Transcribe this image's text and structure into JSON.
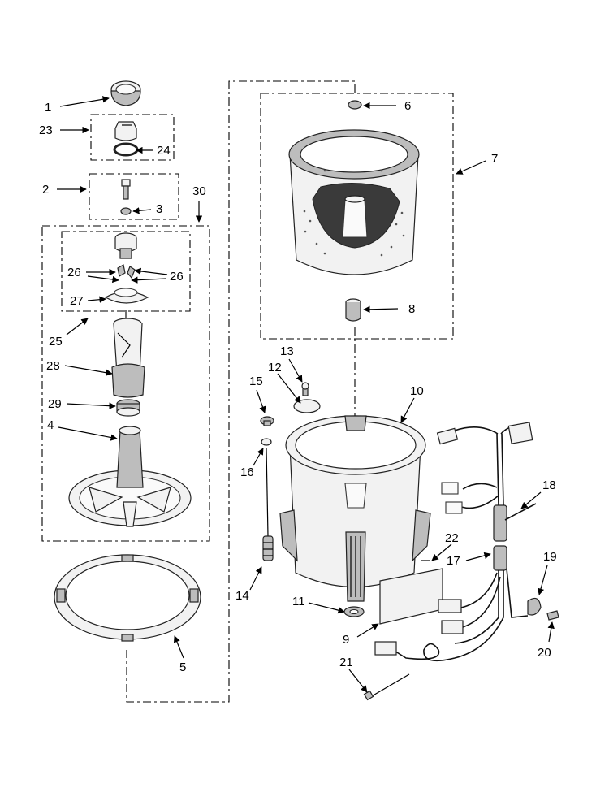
{
  "diagram": {
    "callouts": [
      {
        "id": "1",
        "text": "1"
      },
      {
        "id": "23",
        "text": "23"
      },
      {
        "id": "24",
        "text": "24"
      },
      {
        "id": "2",
        "text": "2"
      },
      {
        "id": "3",
        "text": "3"
      },
      {
        "id": "30",
        "text": "30"
      },
      {
        "id": "26a",
        "text": "26"
      },
      {
        "id": "26b",
        "text": "26"
      },
      {
        "id": "27",
        "text": "27"
      },
      {
        "id": "25",
        "text": "25"
      },
      {
        "id": "28",
        "text": "28"
      },
      {
        "id": "29",
        "text": "29"
      },
      {
        "id": "4",
        "text": "4"
      },
      {
        "id": "5",
        "text": "5"
      },
      {
        "id": "6",
        "text": "6"
      },
      {
        "id": "7",
        "text": "7"
      },
      {
        "id": "8",
        "text": "8"
      },
      {
        "id": "13",
        "text": "13"
      },
      {
        "id": "12",
        "text": "12"
      },
      {
        "id": "15",
        "text": "15"
      },
      {
        "id": "10",
        "text": "10"
      },
      {
        "id": "16",
        "text": "16"
      },
      {
        "id": "14",
        "text": "14"
      },
      {
        "id": "11",
        "text": "11"
      },
      {
        "id": "22",
        "text": "22"
      },
      {
        "id": "18",
        "text": "18"
      },
      {
        "id": "17",
        "text": "17"
      },
      {
        "id": "19",
        "text": "19"
      },
      {
        "id": "9",
        "text": "9"
      },
      {
        "id": "21",
        "text": "21"
      },
      {
        "id": "20",
        "text": "20"
      }
    ]
  }
}
